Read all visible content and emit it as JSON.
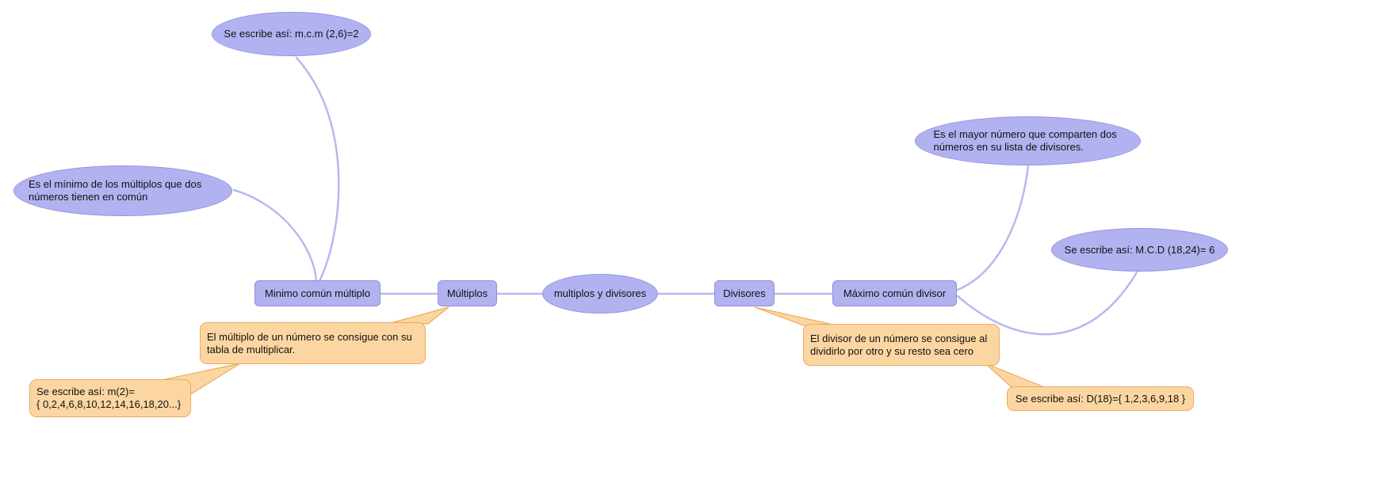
{
  "colors": {
    "node_fill": "#b2b2f0",
    "node_border": "#9595e2",
    "connector": "#b8b8f0",
    "callout_fill": "#fcd6a2",
    "callout_border": "#edaa60",
    "text": "#111111",
    "background": "#ffffff"
  },
  "nodes": {
    "root": {
      "label": "multiplos y divisores"
    },
    "multiplos": {
      "label": "Múltiplos"
    },
    "mcm": {
      "label": "Minimo común múltiplo"
    },
    "mcm_definition": {
      "label": "Es el mínimo de los múltiplos que dos números tienen en común"
    },
    "mcm_notation": {
      "label": "Se escribe así: m.c.m (2,6)=2"
    },
    "divisores": {
      "label": "Divisores"
    },
    "mcd": {
      "label": "Máximo común divisor"
    },
    "mcd_definition": {
      "label": "Es el mayor número que comparten dos números en su lista de divisores."
    },
    "mcd_notation": {
      "label": "Se escribe así: M.C.D (18,24)= 6"
    },
    "multiplos_note": {
      "label": "El múltiplo de un número se consigue con su tabla de multiplicar."
    },
    "multiplos_example": {
      "lines": [
        "Se escribe así: m(2)=",
        "{ 0,2,4,6,8,10,12,14,16,18,20...}"
      ]
    },
    "divisores_note": {
      "label": "El divisor de un número se consigue al dividirlo por otro y su resto sea cero"
    },
    "divisores_example": {
      "label": "Se escribe así: D(18)={ 1,2,3,6,9,18 }"
    }
  }
}
